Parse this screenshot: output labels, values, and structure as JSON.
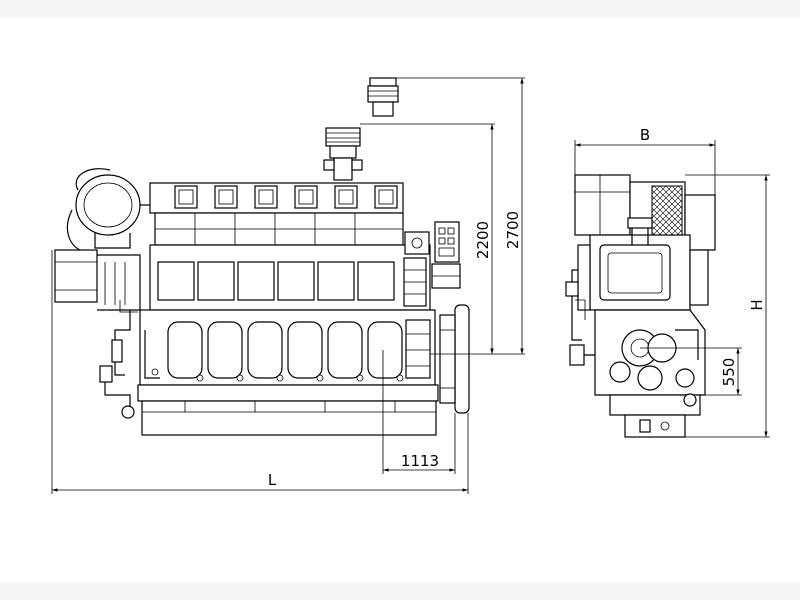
{
  "drawing": {
    "side_view": {
      "length_label": "L",
      "height_2200_label": "2200",
      "height_2700_label": "2700",
      "flywheel_offset_label": "1113"
    },
    "end_view": {
      "width_label": "B",
      "height_label": "H",
      "crank_height_label": "550"
    }
  },
  "colors": {
    "line": "#000000",
    "background": "#ffffff",
    "band": "#f4f5f7"
  }
}
